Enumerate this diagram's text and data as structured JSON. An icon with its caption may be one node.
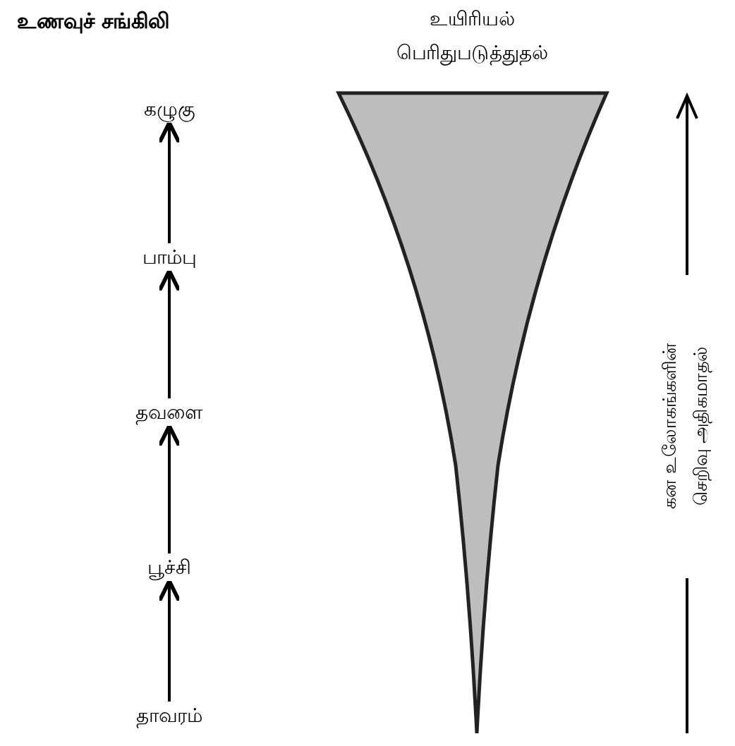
{
  "diagram": {
    "title": "உணவுச் சங்கிலி",
    "nodes": [
      {
        "text": [
          "கழுகு"
        ]
      },
      {
        "text": [
          "பாம்பு"
        ]
      },
      {
        "text": [
          "தவளை"
        ]
      },
      {
        "text": [
          "பூச்சி"
        ]
      },
      {
        "text": [
          "தாவரம்"
        ]
      },
      {
        "text": [
          "உயிரியல் பெரிதுபடுத்துதல்"
        ]
      }
    ],
    "edges": [
      {
        "from": 1,
        "to": 0,
        "arrow": "to"
      },
      {
        "from": 2,
        "to": 1,
        "arrow": "to"
      },
      {
        "from": 3,
        "to": 2,
        "arrow": "to"
      },
      {
        "from": 4,
        "to": 3,
        "arrow": "to"
      }
    ],
    "labels": [
      "கன உலோகங்களின் செறிவு அதிகமாதல்"
    ]
  }
}
